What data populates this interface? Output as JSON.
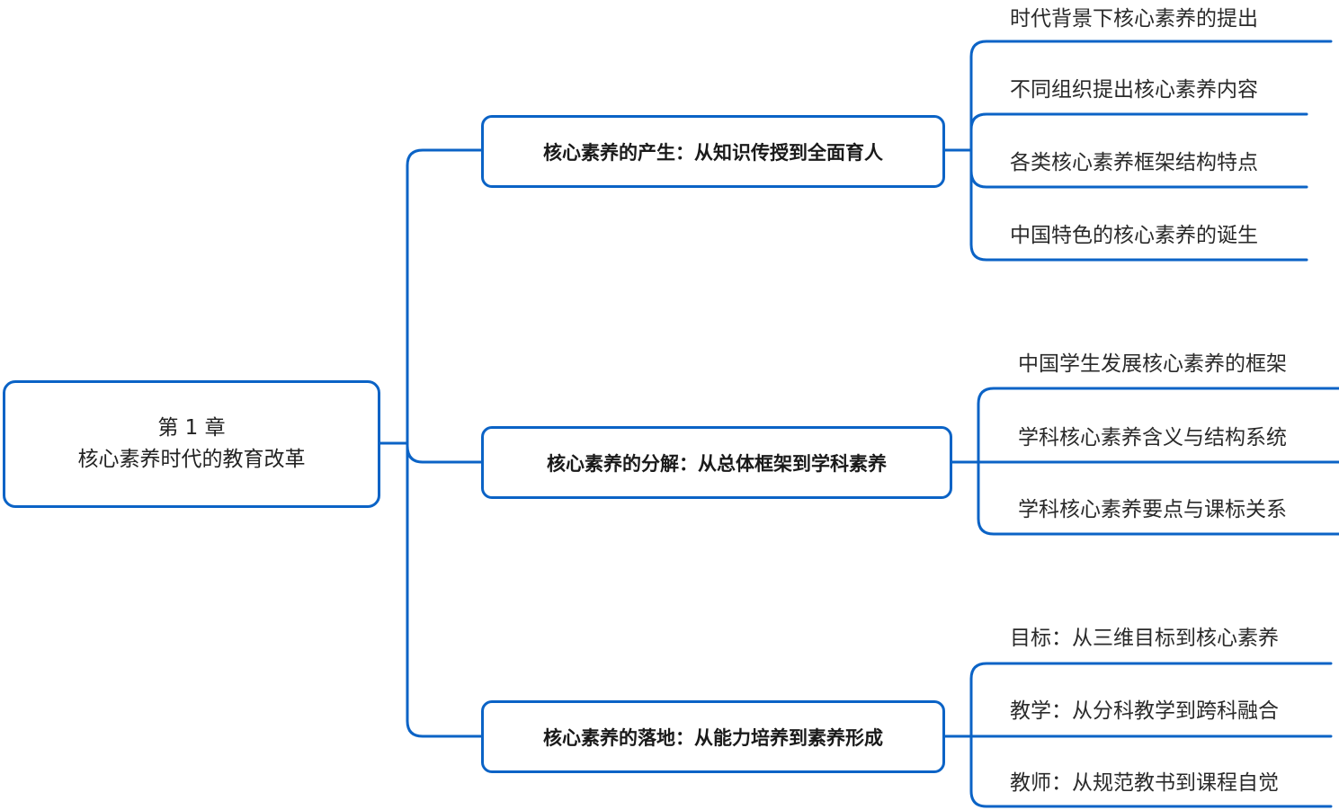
{
  "root": {
    "line1": "第 1 章",
    "line2": "核心素养时代的教育改革"
  },
  "branches": [
    {
      "label": "核心素养的产生：从知识传授到全面育人",
      "leaves": [
        "时代背景下核心素养的提出",
        "不同组织提出核心素养内容",
        "各类核心素养框架结构特点",
        "中国特色的核心素养的诞生"
      ]
    },
    {
      "label": "核心素养的分解：从总体框架到学科素养",
      "leaves": [
        "中国学生发展核心素养的框架",
        "学科核心素养含义与结构系统",
        "学科核心素养要点与课标关系"
      ]
    },
    {
      "label": "核心素养的落地：从能力培养到素养形成",
      "leaves": [
        "目标：从三维目标到核心素养",
        "教学：从分科教学到跨科融合",
        "教师：从规范教书到课程自觉"
      ]
    }
  ],
  "colors": {
    "line": "#0b63c6",
    "text": "#222222"
  }
}
